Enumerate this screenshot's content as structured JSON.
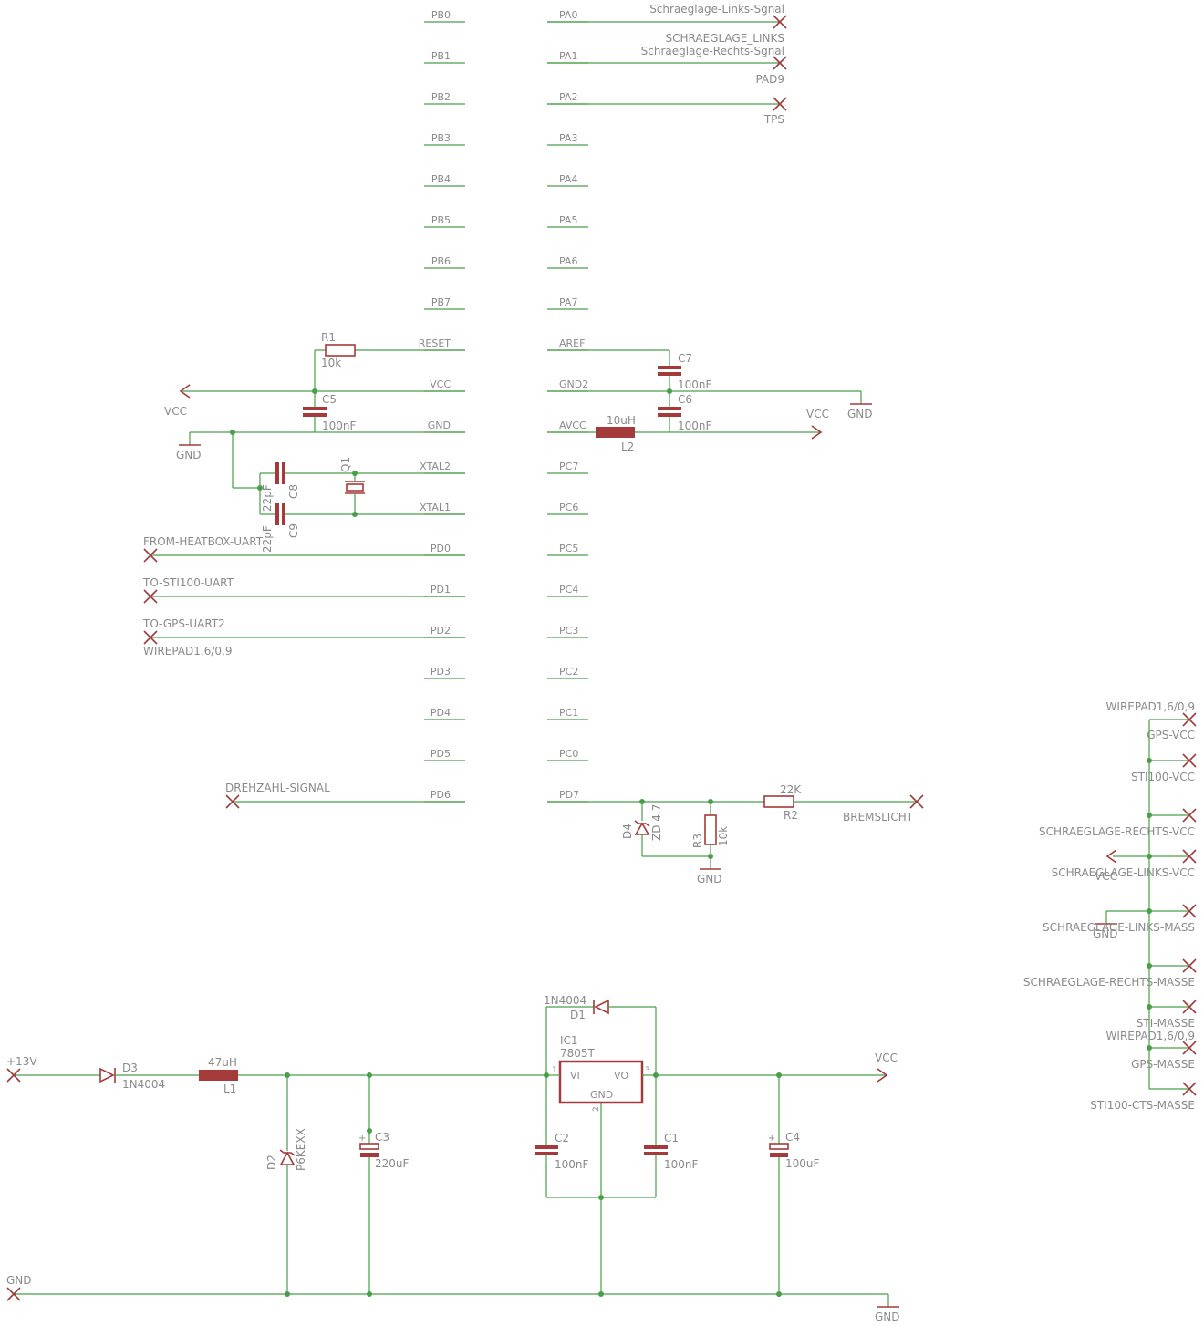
{
  "pins_left": [
    {
      "id": "pb0",
      "label": "PB0"
    },
    {
      "id": "pb1",
      "label": "PB1"
    },
    {
      "id": "pb2",
      "label": "PB2"
    },
    {
      "id": "pb3",
      "label": "PB3"
    },
    {
      "id": "pb4",
      "label": "PB4"
    },
    {
      "id": "pb5",
      "label": "PB5"
    },
    {
      "id": "pb6",
      "label": "PB6"
    },
    {
      "id": "pb7",
      "label": "PB7"
    },
    {
      "id": "reset",
      "label": "RESET"
    },
    {
      "id": "vcc",
      "label": "VCC"
    },
    {
      "id": "gnd",
      "label": "GND"
    },
    {
      "id": "xtal2",
      "label": "XTAL2"
    },
    {
      "id": "xtal1",
      "label": "XTAL1"
    },
    {
      "id": "pd0",
      "label": "PD0"
    },
    {
      "id": "pd1",
      "label": "PD1"
    },
    {
      "id": "pd2",
      "label": "PD2"
    },
    {
      "id": "pd3",
      "label": "PD3"
    },
    {
      "id": "pd4",
      "label": "PD4"
    },
    {
      "id": "pd5",
      "label": "PD5"
    },
    {
      "id": "pd6",
      "label": "PD6"
    }
  ],
  "pins_right": [
    {
      "id": "pa0",
      "label": "PA0"
    },
    {
      "id": "pa1",
      "label": "PA1"
    },
    {
      "id": "pa2",
      "label": "PA2"
    },
    {
      "id": "pa3",
      "label": "PA3"
    },
    {
      "id": "pa4",
      "label": "PA4"
    },
    {
      "id": "pa5",
      "label": "PA5"
    },
    {
      "id": "pa6",
      "label": "PA6"
    },
    {
      "id": "pa7",
      "label": "PA7"
    },
    {
      "id": "aref",
      "label": "AREF"
    },
    {
      "id": "gnd2",
      "label": "GND2"
    },
    {
      "id": "avcc",
      "label": "AVCC"
    },
    {
      "id": "pc7",
      "label": "PC7"
    },
    {
      "id": "pc6",
      "label": "PC6"
    },
    {
      "id": "pc5",
      "label": "PC5"
    },
    {
      "id": "pc4",
      "label": "PC4"
    },
    {
      "id": "pc3",
      "label": "PC3"
    },
    {
      "id": "pc2",
      "label": "PC2"
    },
    {
      "id": "pc1",
      "label": "PC1"
    },
    {
      "id": "pc0",
      "label": "PC0"
    },
    {
      "id": "pd7",
      "label": "PD7"
    }
  ],
  "nets": {
    "pa0_label": "Schraeglage-Links-Sgnal",
    "pa1_label_a": "SCHRAEGLAGE_LINKS",
    "pa1_label_b": "Schraeglage-Rechts-Sgnal",
    "pa2_label_a": "PAD9",
    "pa2_label_b": "TPS",
    "from_heatbox": "FROM-HEATBOX-UART",
    "to_sti100": "TO-STI100-UART",
    "to_gps": "TO-GPS-UART2",
    "wirepad_left": "WIREPAD1,6/0,9",
    "drehzahl": "DREHZAHL-SIGNAL",
    "bremslicht": "BREMSLICHT",
    "plus13v": "+13V",
    "gnd_in": "GND"
  },
  "components": {
    "r1": {
      "name": "R1",
      "value": "10k"
    },
    "c5": {
      "name": "C5",
      "value": "100nF"
    },
    "c7": {
      "name": "C7",
      "value": "100nF"
    },
    "c6": {
      "name": "C6",
      "value": "100nF"
    },
    "l2": {
      "name": "L2",
      "value": "10uH"
    },
    "c8": {
      "name": "C8",
      "value": "22pF"
    },
    "c9": {
      "name": "C9",
      "value": "22pF"
    },
    "q1": {
      "name": "Q1"
    },
    "d4": {
      "name": "D4",
      "value": "ZD 4.7"
    },
    "r3": {
      "name": "R3",
      "value": "10k"
    },
    "r2": {
      "name": "R2",
      "value": "22K"
    },
    "d3": {
      "name": "D3",
      "value": "1N4004"
    },
    "l1": {
      "name": "L1",
      "value": "47uH"
    },
    "d2": {
      "name": "D2",
      "value": "P6KEXX"
    },
    "c3": {
      "name": "C3",
      "value": "220uF"
    },
    "d1": {
      "name": "D1",
      "value": "1N4004"
    },
    "ic1": {
      "name": "IC1",
      "value": "7805T",
      "pin_vi": "VI",
      "pin_vo": "VO",
      "pin_gnd": "GND",
      "pin1": "1",
      "pin2": "2",
      "pin3": "3"
    },
    "c2": {
      "name": "C2",
      "value": "100nF"
    },
    "c1": {
      "name": "C1",
      "value": "100nF"
    },
    "c4": {
      "name": "C4",
      "value": "100uF"
    }
  },
  "supplies": {
    "vcc": "VCC",
    "gnd": "GND"
  },
  "connector": {
    "wirepad_a": "WIREPAD1,6/0,9",
    "gps_vcc": "GPS-VCC",
    "sti100_vcc": "STI100-VCC",
    "schraeglage_rechts_vcc": "SCHRAEGLAGE-RECHTS-VCC",
    "schraeglage_links_vcc": "SCHRAEGLAGE-LINKS-VCC",
    "schraeglage_links_mass": "SCHRAEGLAGE-LINKS-MASS",
    "schraeglage_rechts_masse": "SCHRAEGLAGE-RECHTS-MASSE",
    "sti_masse": "STI-MASSE",
    "wirepad_b": "WIREPAD1,6/0,9",
    "gps_masse": "GPS-MASSE",
    "sti100_cts_masse": "STI100-CTS-MASSE"
  },
  "colors": {
    "wire": "#4a9e4a",
    "symbol": "#a53a3a",
    "text": "#8a8a8a"
  }
}
